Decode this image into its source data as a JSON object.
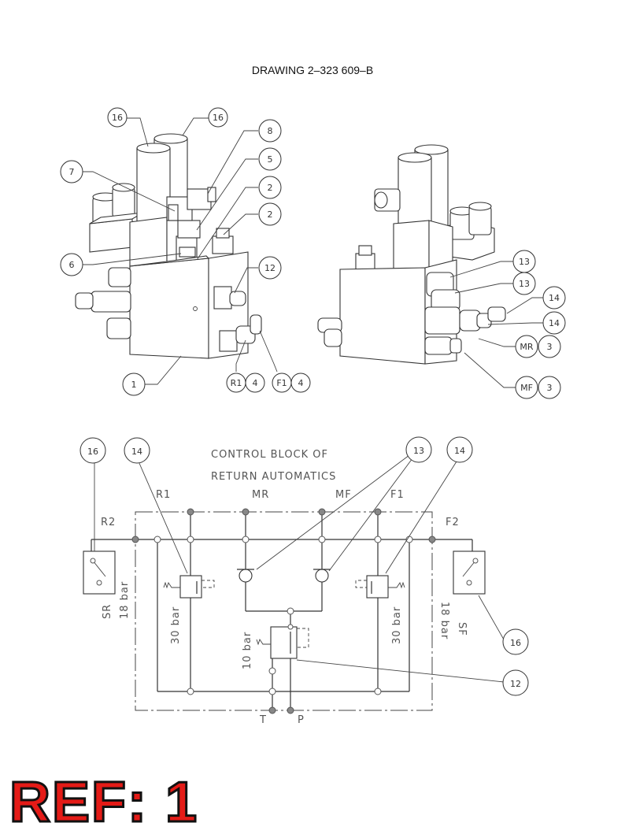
{
  "title": "DRAWING 2–323 609–B",
  "ref_label": "REF: 1",
  "callouts_left": {
    "c16a": "16",
    "c16b": "16",
    "c8": "8",
    "c7": "7",
    "c5": "5",
    "c2a": "2",
    "c2b": "2",
    "c6": "6",
    "c12": "12",
    "c1": "1",
    "cR1": "R1",
    "c4a": "4",
    "cF1": "F1",
    "c4b": "4"
  },
  "callouts_right": {
    "c13a": "13",
    "c13b": "13",
    "c14a": "14",
    "c14b": "14",
    "cMR": "MR",
    "c3a": "3",
    "cMF": "MF",
    "c3b": "3"
  },
  "schematic": {
    "title_line1": "CONTROL BLOCK OF",
    "title_line2": "RETURN AUTOMATICS",
    "port_R1": "R1",
    "port_MR": "MR",
    "port_MF": "MF",
    "port_F1": "F1",
    "port_R2": "R2",
    "port_F2": "F2",
    "port_T": "T",
    "port_P": "P",
    "label_SR": "SR",
    "label_SF": "SF",
    "p18_left": "18 bar",
    "p30_left": "30 bar",
    "p10": "10 bar",
    "p30_right": "30 bar",
    "p18_right": "18 bar",
    "b16_left": "16",
    "b14_left": "14",
    "b13": "13",
    "b14_right": "14",
    "b16_right": "16",
    "b12": "12"
  }
}
